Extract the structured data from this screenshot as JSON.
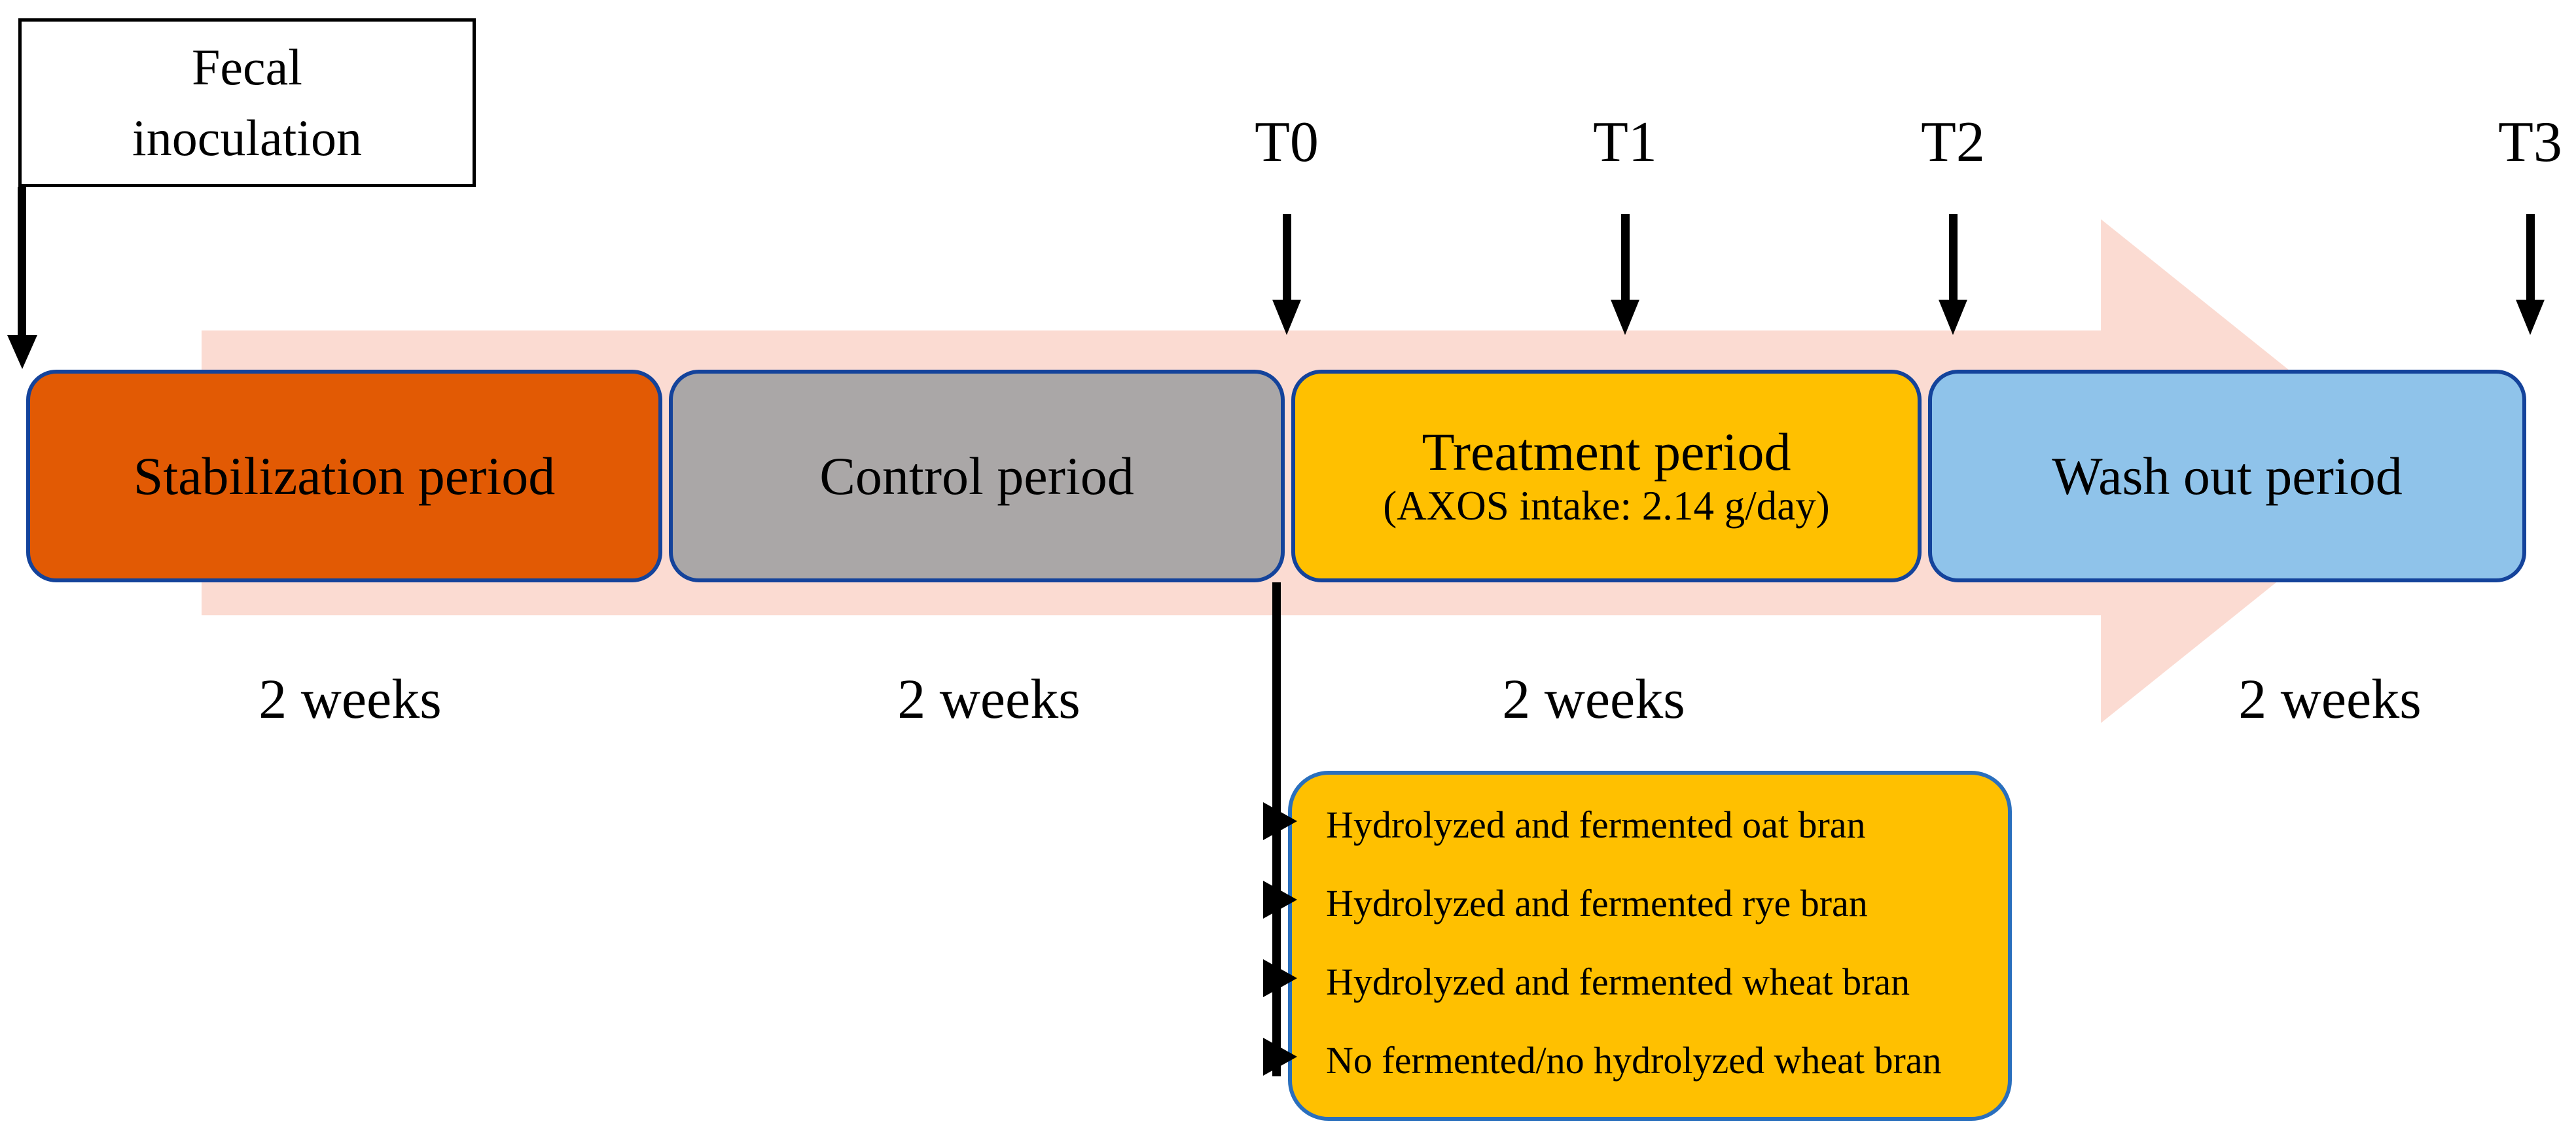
{
  "figure": {
    "type": "study-timeline-diagram",
    "annotation_box": {
      "line1": "Fecal",
      "line2": "inoculation"
    },
    "timepoints": [
      {
        "label": "T0"
      },
      {
        "label": "T1"
      },
      {
        "label": "T2"
      },
      {
        "label": "T3"
      }
    ],
    "periods": [
      {
        "label": "Stabilization period",
        "duration": "2 weeks",
        "color": "#e25a04"
      },
      {
        "label": "Control period",
        "duration": "2 weeks",
        "color": "#aaa7a7"
      },
      {
        "label": "Treatment period",
        "sublabel": "(AXOS intake: 2.14 g/day)",
        "duration": "2 weeks",
        "color": "#ffc000"
      },
      {
        "label": "Wash out period",
        "duration": "2 weeks",
        "color": "#8fc3ea"
      }
    ],
    "treatments_box": {
      "color": "#ffc000",
      "border_color": "#2a6fbd",
      "items": [
        "Hydrolyzed and fermented oat bran",
        "Hydrolyzed and fermented rye bran",
        "Hydrolyzed and fermented wheat bran",
        "No fermented/no hydrolyzed wheat bran"
      ]
    },
    "colors": {
      "timeline_arrow": "#fbdbd2",
      "box_border": "#14439b",
      "bullet": "#000000"
    }
  }
}
